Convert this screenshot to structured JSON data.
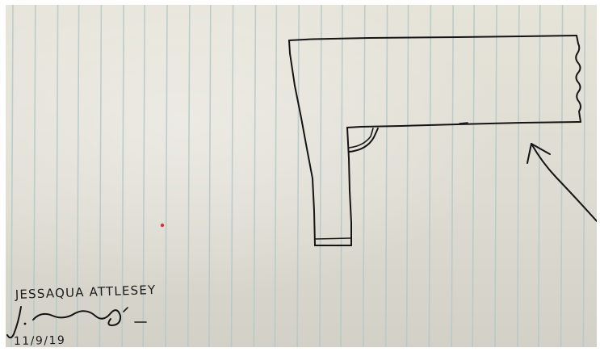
{
  "annotation": {
    "name": "JESSAQUA ATTLESEY",
    "signature": "J. ___",
    "date": "11/9/19"
  },
  "colors": {
    "paper": "#e2e0d6",
    "rule_lines": "#b4c8c7",
    "ink": "#141414",
    "pen_dot": "#e0302a"
  }
}
